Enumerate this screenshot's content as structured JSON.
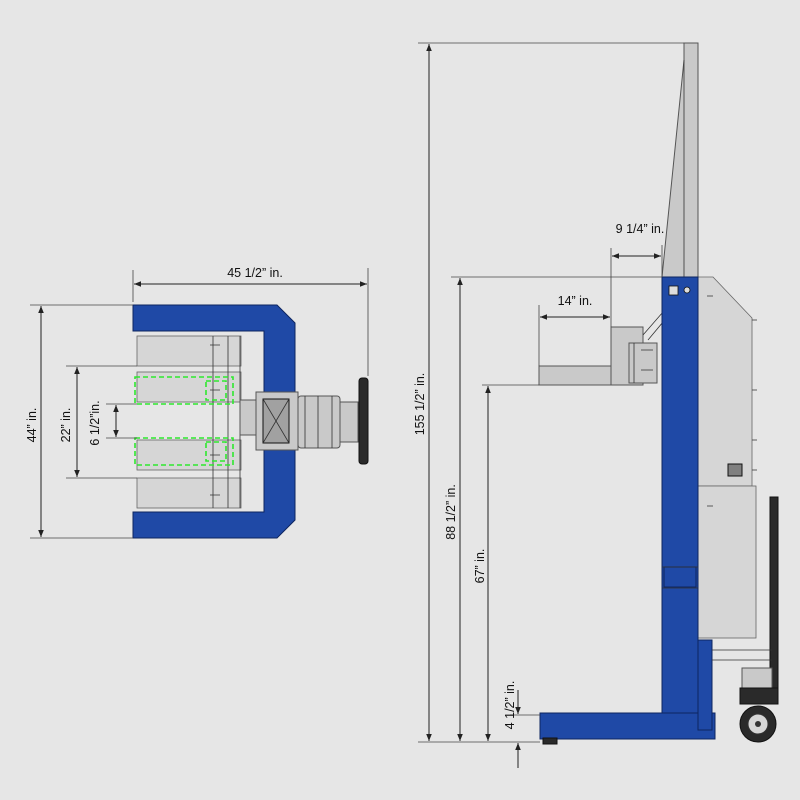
{
  "plan_view": {
    "width_label": "45 1/2” in.",
    "depth_label": "44” in.",
    "inner_span_label": "22” in.",
    "pad_gap_label": "6 1/2”in."
  },
  "side_view": {
    "total_height_label": "155 1/2” in.",
    "carriage_height_label": "88 1/2” in.",
    "fork_max_height_label": "67” in.",
    "fork_min_height_label": "4 1/2” in.",
    "fork_length_label": "14” in.",
    "offset_label": "9 1/4” in."
  },
  "colors": {
    "frame_blue": "#1f49a6",
    "highlight_green": "#2ee82e",
    "background": "#e6e6e6"
  }
}
